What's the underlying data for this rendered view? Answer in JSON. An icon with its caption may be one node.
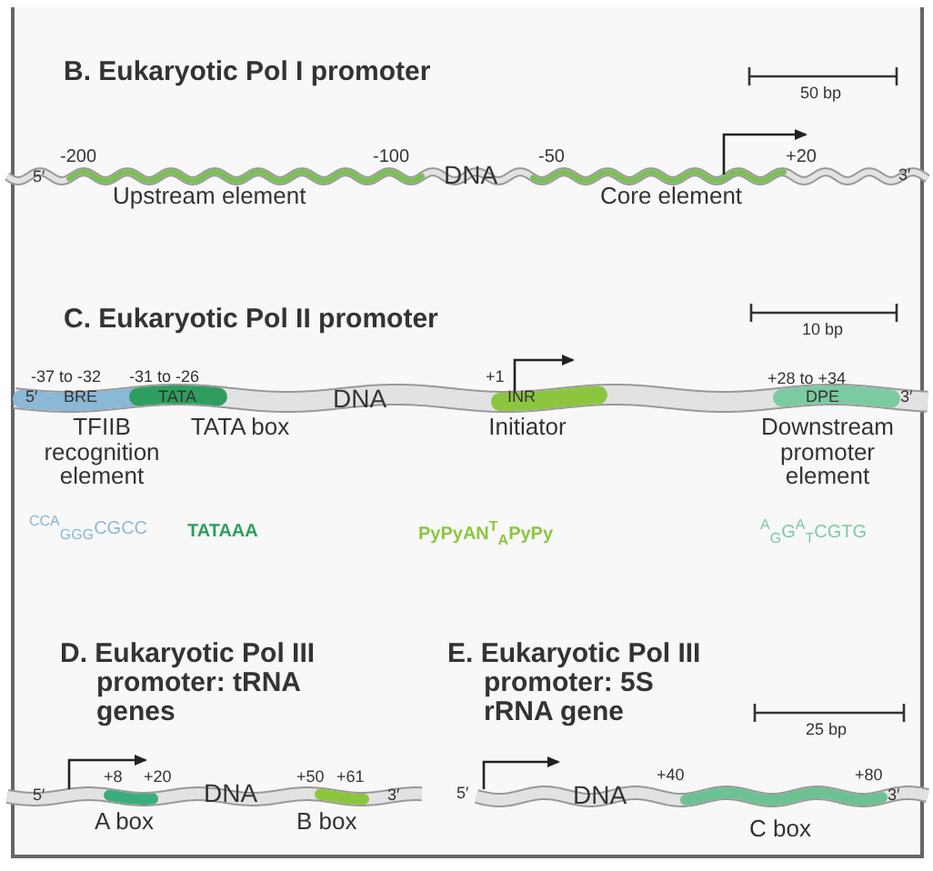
{
  "diagram": {
    "labels": [
      "B. Eukaryotic Pol I promoter",
      "50 bp",
      "-200",
      "-100",
      "-50",
      "+20",
      "5′",
      "DNA",
      "3′",
      "Upstream element",
      "Core element",
      "C. Eukaryotic Pol II promoter",
      "10 bp",
      "-37 to -32",
      "-31 to -26",
      "+1",
      "+28 to +34",
      "5′",
      "BRE",
      "TATA",
      "DNA",
      "INR",
      "DPE",
      "3′",
      "TFIIB recognition element",
      "TATA box",
      "Initiator",
      "Downstream promoter element",
      "$^{CCA}$$_{GGG}$CGCC",
      "TATAAA",
      "PyPyAN$^{T}$$_{A}$PyPy",
      "$^{A}$$_{G}$G$^{A}$$_{T}$CGTG",
      "D. Eukaryotic Pol III promoter: tRNA genes",
      "+8",
      "+20",
      "+50",
      "+61",
      "5′",
      "DNA",
      "3′",
      "A box",
      "B box",
      "E. Eukaryotic Pol III promoter: 5S rRNA gene",
      "25 bp",
      "+40",
      "+80",
      "5′",
      "DNA",
      "3′",
      "C box"
    ]
  }
}
